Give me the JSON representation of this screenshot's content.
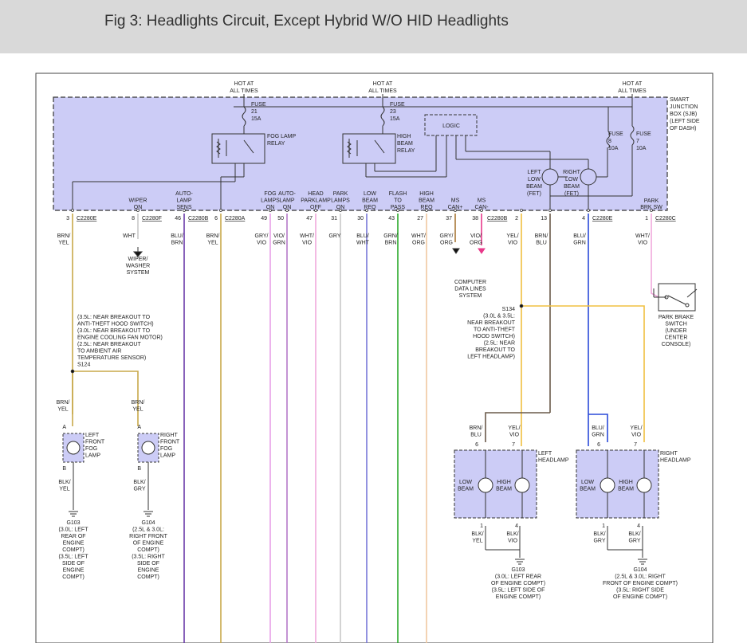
{
  "header": {
    "title": "Fig 3: Headlights Circuit, Except Hybrid W/O HID Headlights"
  },
  "colors": {
    "sjb_fill": "#ccccf6",
    "brn_yel": "#c8a84a",
    "blu_brn": "#6a3aa8",
    "gry_vio": "#e8a0e8",
    "vio_grn": "#b57ac8",
    "wht_vio": "#f0a8dc",
    "gry": "#c8c8c8",
    "blu_wht": "#7878d8",
    "grn_brn": "#2aa82a",
    "wht_org": "#f0c8a0",
    "gry_org": "#a87838",
    "vio_org": "#e8388a",
    "yel_vio": "#f0c040",
    "brn_blu": "#6a5a4a",
    "blu_grn": "#2a4ad8",
    "blk_yel": "#808040",
    "blk_gry": "#707070"
  },
  "sjb": {
    "hot_left": [
      "HOT AT",
      "ALL TIMES"
    ],
    "hot_mid": [
      "HOT AT",
      "ALL TIMES"
    ],
    "hot_right": [
      "HOT AT",
      "ALL TIMES"
    ],
    "fuse21": [
      "FUSE",
      "21",
      "15A"
    ],
    "fuse23": [
      "FUSE",
      "23",
      "15A"
    ],
    "fuse8": [
      "FUSE",
      "8",
      "10A"
    ],
    "fuse7": [
      "FUSE",
      "7",
      "10A"
    ],
    "fog_relay": [
      "FOG LAMP",
      "RELAY"
    ],
    "high_relay": [
      "HIGH",
      "BEAM",
      "RELAY"
    ],
    "logic": "LOGIC",
    "left_low": [
      "LEFT",
      "LOW",
      "BEAM",
      "(FET)"
    ],
    "right_low": [
      "RIGHT",
      "LOW",
      "BEAM",
      "(FET)"
    ],
    "label": [
      "SMART",
      "JUNCTION",
      "BOX (SJB)",
      "(LEFT SIDE",
      "OF DASH)"
    ],
    "park_brk_sw": [
      "PARK",
      "BRK SW"
    ],
    "inputs": [
      [
        "WIPER",
        "ON"
      ],
      [
        "AUTO-",
        "LAMP",
        "SENS"
      ],
      [
        "FOG",
        "LAMPS",
        "ON"
      ],
      [
        "AUTO-",
        "LAMP",
        "ON"
      ],
      [
        "HEAD",
        "PARKLAMP",
        "OFF"
      ],
      [
        "PARK",
        "LAMPS",
        "ON"
      ],
      [
        "LOW",
        "BEAM",
        "REQ"
      ],
      [
        "FLASH",
        "TO",
        "PASS"
      ],
      [
        "HIGH",
        "BEAM",
        "REQ"
      ],
      [
        "MS",
        "CAN+"
      ],
      [
        "MS",
        "CAN-"
      ]
    ]
  },
  "pins": [
    "3",
    "8",
    "46",
    "6",
    "49",
    "50",
    "47",
    "31",
    "30",
    "43",
    "27",
    "37",
    "38",
    "2",
    "13",
    "4",
    "1"
  ],
  "connectors": [
    "C2280E",
    "C2280F",
    "C2280B",
    "C2280A",
    "C2280B",
    "C2280E",
    "C2280C"
  ],
  "wires": [
    [
      "BRN/",
      "YEL"
    ],
    [
      "WHT"
    ],
    [
      "BLU/",
      "BRN"
    ],
    [
      "BRN/",
      "YEL"
    ],
    [
      "GRY/",
      "VIO"
    ],
    [
      "VIO/",
      "GRN"
    ],
    [
      "WHT/",
      "VIO"
    ],
    [
      "GRY"
    ],
    [
      "BLU/",
      "WHT"
    ],
    [
      "GRN/",
      "BRN"
    ],
    [
      "WHT/",
      "ORG"
    ],
    [
      "GRY/",
      "ORG"
    ],
    [
      "VIO/",
      "ORG"
    ],
    [
      "YEL/",
      "VIO"
    ],
    [
      "BRN/",
      "BLU"
    ],
    [
      "BLU/",
      "GRN"
    ],
    [
      "WHT/",
      "VIO"
    ]
  ],
  "wiper_system": [
    "WIPER/",
    "WASHER",
    "SYSTEM"
  ],
  "computer_data": [
    "COMPUTER",
    "DATA LINES",
    "SYSTEM"
  ],
  "park_brake": [
    "PARK BRAKE",
    "SWITCH",
    "(UNDER",
    "CENTER",
    "CONSOLE)"
  ],
  "s124_note": [
    "(3.5L: NEAR BREAKOUT TO",
    "ANTI-THEFT HOOD SWITCH)",
    "(3.0L: NEAR BREAKOUT TO",
    "ENGINE COOLING FAN MOTOR)",
    "(2.5L: NEAR BREAKOUT",
    "TO AMBIENT AIR",
    "TEMPERATURE SENSOR)",
    "S124"
  ],
  "s134_note": [
    "S134",
    "(3.0L & 3.5L:",
    "NEAR BREAKOUT",
    "TO ANTI-THEFT",
    "HOOD SWITCH)",
    "(2.5L: NEAR",
    "BREAKOUT TO",
    "LEFT HEADLAMP)"
  ],
  "fog_left": {
    "wire_in": [
      "BRN/",
      "YEL"
    ],
    "pin_a": "A",
    "pin_b": "B",
    "label": [
      "LEFT",
      "FRONT",
      "FOG",
      "LAMP"
    ],
    "wire_out": [
      "BLK/",
      "YEL"
    ],
    "ground": [
      "G103",
      "(3.0L: LEFT",
      "REAR OF",
      "ENGINE",
      "COMPT)",
      "(3.5L: LEFT",
      "SIDE OF",
      "ENGINE",
      "COMPT)"
    ]
  },
  "fog_right": {
    "wire_in": [
      "BRN/",
      "YEL"
    ],
    "pin_a": "A",
    "pin_b": "B",
    "label": [
      "RIGHT",
      "FRONT",
      "FOG",
      "LAMP"
    ],
    "wire_out": [
      "BLK/",
      "GRY"
    ],
    "ground": [
      "G104",
      "(2.5L & 3.0L:",
      "RIGHT FRONT",
      "OF ENGINE",
      "COMPT)",
      "(3.5L: RIGHT",
      "SIDE OF",
      "ENGINE",
      "COMPT)"
    ]
  },
  "headlamp_left": {
    "wire_a": [
      "BRN/",
      "BLU"
    ],
    "wire_b": [
      "YEL/",
      "VIO"
    ],
    "pin_a": "6",
    "pin_b": "7",
    "label": [
      "LEFT",
      "HEADLAMP"
    ],
    "low": [
      "LOW",
      "BEAM"
    ],
    "high": [
      "HIGH",
      "BEAM"
    ],
    "pin_c": "1",
    "pin_d": "4",
    "wire_c": [
      "BLK/",
      "YEL"
    ],
    "wire_d": [
      "BLK/",
      "VIO"
    ],
    "ground": [
      "G103",
      "(3.0L: LEFT REAR",
      "OF ENGINE COMPT)",
      "(3.5L: LEFT SIDE OF",
      "ENGINE COMPT)"
    ]
  },
  "headlamp_right": {
    "wire_a": [
      "BLU/",
      "GRN"
    ],
    "wire_b": [
      "YEL/",
      "VIO"
    ],
    "pin_a": "6",
    "pin_b": "7",
    "label": [
      "RIGHT",
      "HEADLAMP"
    ],
    "low": [
      "LOW",
      "BEAM"
    ],
    "high": [
      "HIGH",
      "BEAM"
    ],
    "pin_c": "1",
    "pin_d": "4",
    "wire_c": [
      "BLK/",
      "GRY"
    ],
    "wire_d": [
      "BLK/",
      "GRY"
    ],
    "ground": [
      "G104",
      "(2.5L & 3.0L: RIGHT",
      "FRONT OF ENGINE COMPT)",
      "(3.5L: RIGHT SIDE",
      "OF ENGINE COMPT)"
    ]
  }
}
